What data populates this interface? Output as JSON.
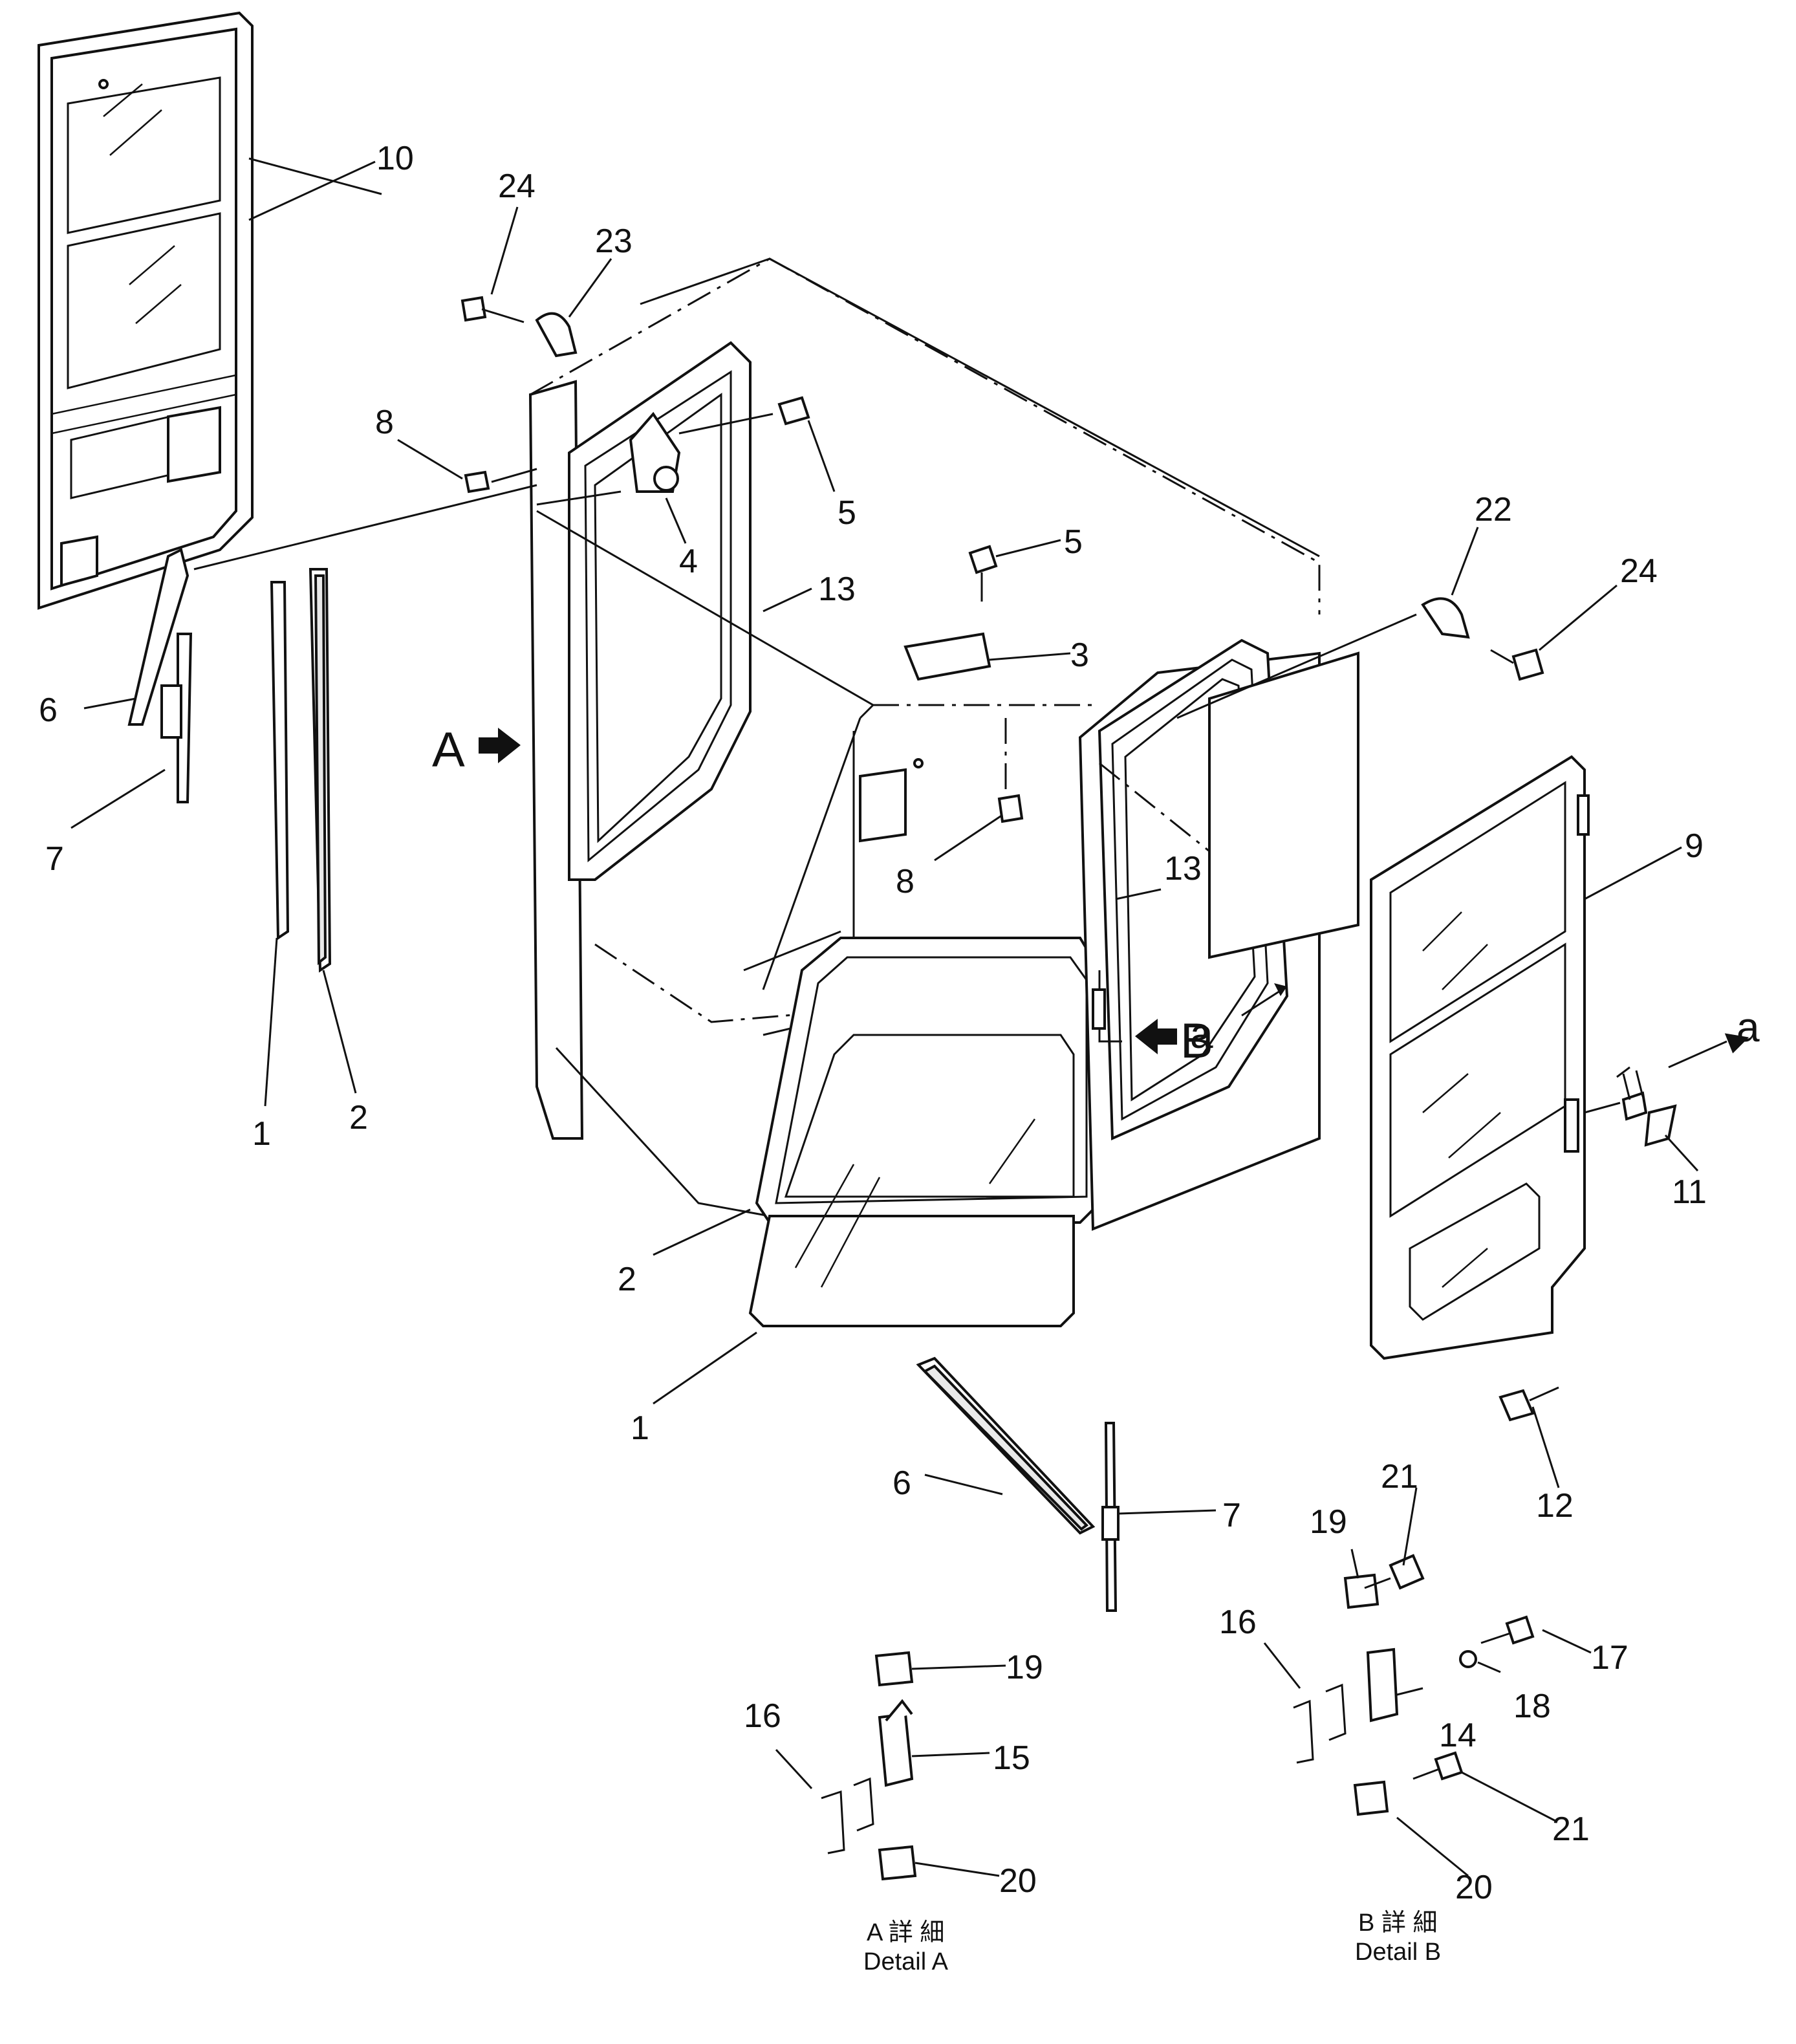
{
  "callouts": [
    {
      "id": "c10",
      "text": "10"
    },
    {
      "id": "c24a",
      "text": "24"
    },
    {
      "id": "c23",
      "text": "23"
    },
    {
      "id": "c8a",
      "text": "8"
    },
    {
      "id": "c5a",
      "text": "5"
    },
    {
      "id": "c4",
      "text": "4"
    },
    {
      "id": "c5b",
      "text": "5"
    },
    {
      "id": "c13a",
      "text": "13"
    },
    {
      "id": "c22",
      "text": "22"
    },
    {
      "id": "c24b",
      "text": "24"
    },
    {
      "id": "c3",
      "text": "3"
    },
    {
      "id": "c6a",
      "text": "6"
    },
    {
      "id": "c7a",
      "text": "7"
    },
    {
      "id": "c8b",
      "text": "8"
    },
    {
      "id": "c13b",
      "text": "13"
    },
    {
      "id": "c9",
      "text": "9"
    },
    {
      "id": "c1a",
      "text": "1"
    },
    {
      "id": "c2a",
      "text": "2"
    },
    {
      "id": "c11",
      "text": "11"
    },
    {
      "id": "c2b",
      "text": "2"
    },
    {
      "id": "c1b",
      "text": "1"
    },
    {
      "id": "c6b",
      "text": "6"
    },
    {
      "id": "c7b",
      "text": "7"
    },
    {
      "id": "c12",
      "text": "12"
    },
    {
      "id": "c21a",
      "text": "21"
    },
    {
      "id": "c19a",
      "text": "19"
    },
    {
      "id": "c16a",
      "text": "16"
    },
    {
      "id": "c17",
      "text": "17"
    },
    {
      "id": "c18",
      "text": "18"
    },
    {
      "id": "c14",
      "text": "14"
    },
    {
      "id": "c21b",
      "text": "21"
    },
    {
      "id": "c20a",
      "text": "20"
    },
    {
      "id": "c19b",
      "text": "19"
    },
    {
      "id": "c16b",
      "text": "16"
    },
    {
      "id": "c15",
      "text": "15"
    },
    {
      "id": "c20b",
      "text": "20"
    }
  ],
  "view_markers": {
    "a_left": "A",
    "b_right": "B",
    "a_small_center": "a",
    "a_small_right": "a"
  },
  "details": {
    "a_jp": "A 詳 細",
    "a_en": "Detail  A",
    "b_jp": "B 詳 細",
    "b_en": "Detail  B"
  }
}
